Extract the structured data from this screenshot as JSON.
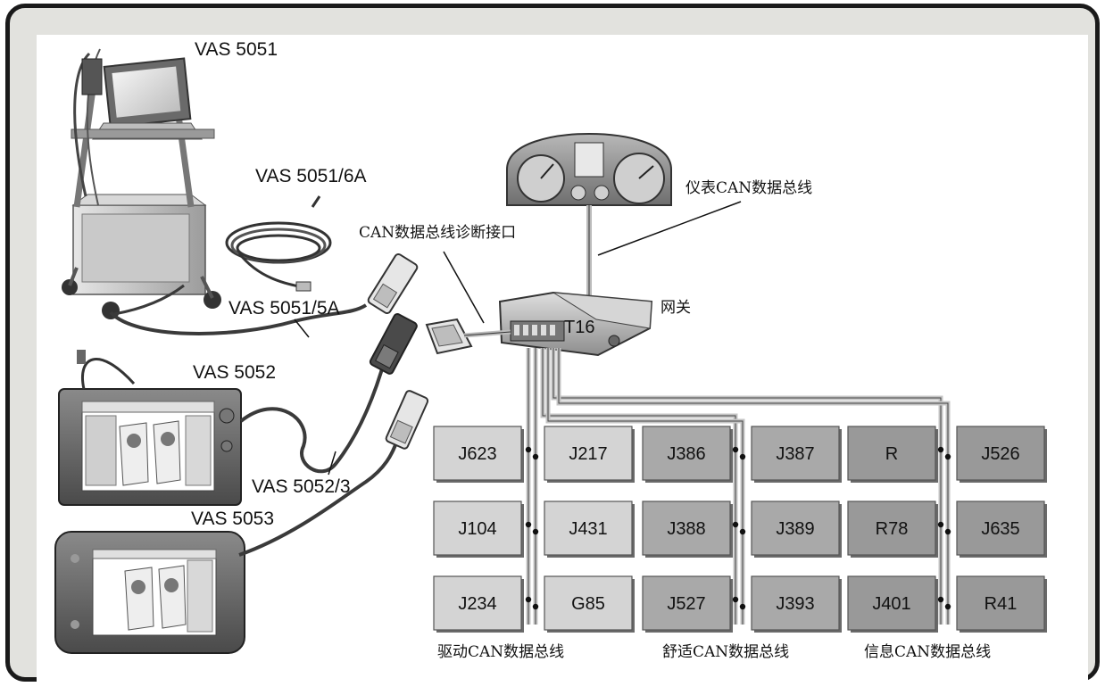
{
  "labels": {
    "vas5051": "VAS 5051",
    "vas5051_6a": "VAS 5051/6A",
    "can_diag_port": "CAN数据总线诊断接口",
    "instrument_can": "仪表CAN数据总线",
    "gateway": "网关",
    "t16": "T16",
    "vas5051_5a": "VAS 5051/5A",
    "vas5052": "VAS 5052",
    "vas5052_3": "VAS 5052/3",
    "vas5053": "VAS 5053",
    "drive_can": "驱动CAN数据总线",
    "comfort_can": "舒适CAN数据总线",
    "info_can": "信息CAN数据总线"
  },
  "ecus": {
    "drive": {
      "left": [
        "J623",
        "J104",
        "J234"
      ],
      "right": [
        "J217",
        "J431",
        "G85"
      ]
    },
    "comfort": {
      "left": [
        "J386",
        "J388",
        "J527"
      ],
      "right": [
        "J387",
        "J389",
        "J393"
      ]
    },
    "info": {
      "left": [
        "R",
        "R78",
        "J401"
      ],
      "right": [
        "J526",
        "J635",
        "R41"
      ]
    }
  },
  "colors": {
    "frame": "#1a1a1a",
    "bezel": "#e2e2de",
    "ecu_light": "#d4d4d4",
    "ecu_medium": "#a9a9a9",
    "ecu_dark": "#999999",
    "cable": "#3a3a3a"
  }
}
